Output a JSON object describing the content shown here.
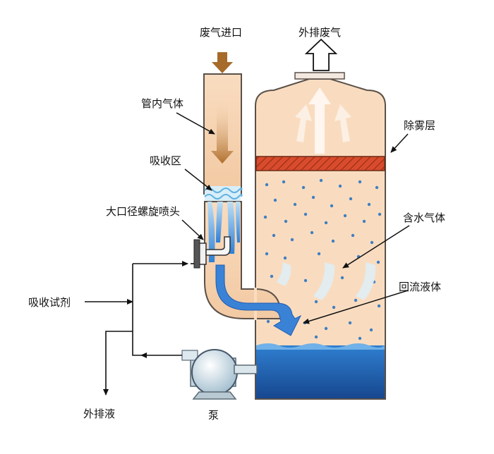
{
  "labels": {
    "inlet": "废气进口",
    "exhaust": "外排废气",
    "pipe_gas": "管内气体",
    "absorption_zone": "吸收区",
    "nozzle": "大口径螺旋喷头",
    "demister": "除雾层",
    "wet_gas": "含水气体",
    "return_liquid": "回流液体",
    "reagent": "吸收试剂",
    "drain": "外排液",
    "pump": "泵"
  },
  "colors": {
    "tower_fill": "#f9dcc0",
    "tower_stroke": "#5a5048",
    "demister": "#d64a2a",
    "water": "#1f5fb3",
    "flow": "#3a82d6",
    "inlet_arrow": "#a66a2b",
    "pump": "#c9dbe6"
  }
}
